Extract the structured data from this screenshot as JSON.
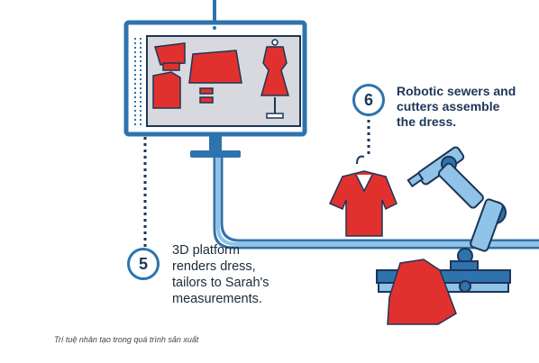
{
  "steps": [
    {
      "number": "6",
      "lines": [
        "Robotic sewers and",
        "cutters assemble",
        "the dress."
      ]
    },
    {
      "number": "5",
      "lines": [
        "3D platform",
        "renders dress,",
        "tailors to Sarah's",
        "measurements."
      ]
    }
  ],
  "caption": "Trí tuệ nhân tạo trong quá trình sản xuất",
  "colors": {
    "navy": "#1d3557",
    "blue": "#2e73ad",
    "red": "#e0312e",
    "screen": "#d7d9de",
    "light_blue": "#8fc3e8"
  }
}
